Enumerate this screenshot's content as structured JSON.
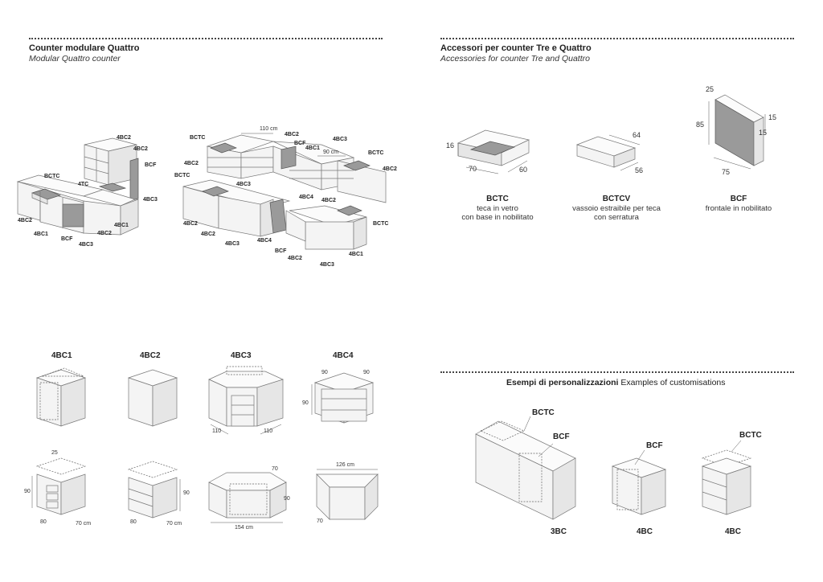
{
  "left_header": {
    "title": "Counter modulare Quattro",
    "subtitle": "Modular Quattro counter"
  },
  "right_header": {
    "title": "Accessori per counter Tre e Quattro",
    "subtitle": "Accessories for counter Tre and Quattro"
  },
  "assembly_left_labels": [
    "4BC2",
    "4BC2",
    "BCF",
    "BCTC",
    "4TC",
    "4BC3",
    "4BC2",
    "4BC1",
    "4BC2",
    "BCF",
    "4BC1",
    "4BC3"
  ],
  "assembly_right_labels": {
    "dim_110": "110 cm",
    "dim_90": "90 cm",
    "bctc_a": "BCTC",
    "bc2_a": "4BC2",
    "bcf_a": "BCF",
    "bc1_a": "4BC1",
    "bc3_a": "4BC3",
    "bctc_b": "BCTC",
    "bc2_b": "4BC2",
    "bctc_c": "BCTC",
    "bc2_c": "4BC2",
    "bc3_b": "4BC3",
    "bc4": "4BC4",
    "bc2_d": "4BC2",
    "bc2_e": "4BC2",
    "bc2_f": "4BC2",
    "bctc_d": "BCTC",
    "bc4_b": "4BC4",
    "bc3_c": "4BC3",
    "bcf_b": "BCF",
    "bc2_g": "4BC2",
    "bc1_b": "4BC1",
    "bc3_d": "4BC3"
  },
  "accessories": [
    {
      "code": "BCTC",
      "desc": [
        "teca in vetro",
        "con base in nobilitato"
      ],
      "dims": {
        "h": "16",
        "w": "70",
        "d": "60"
      }
    },
    {
      "code": "BCTCV",
      "desc": [
        "vassoio estraibile per teca",
        "con serratura"
      ],
      "dims": {
        "w": "64",
        "d": "56"
      }
    },
    {
      "code": "BCF",
      "desc": [
        "frontale in nobilitato"
      ],
      "dims": {
        "top": "25",
        "h": "85",
        "t1": "15",
        "t2": "15",
        "w": "75"
      }
    }
  ],
  "modules": {
    "names": [
      "4BC1",
      "4BC2",
      "4BC3",
      "4BC4"
    ],
    "bc3_dims": {
      "a": "110",
      "b": "110"
    },
    "bc4_dims": {
      "a": "90",
      "b": "90",
      "c": "90"
    },
    "row2": {
      "bc1": {
        "top": "25",
        "h": "90",
        "w": "80",
        "d": "70 cm"
      },
      "bc2": {
        "h": "90",
        "w": "80",
        "d": "70 cm"
      },
      "bc3": {
        "d": "70",
        "h": "90",
        "w": "154 cm"
      },
      "bc4": {
        "w": "126 cm",
        "d": "70"
      }
    }
  },
  "customisation": {
    "title_bold": "Esempi di personalizzazioni",
    "title_rest": " Examples of customisations",
    "items": [
      {
        "name": "3BC",
        "labels": [
          "BCTC",
          "BCF"
        ]
      },
      {
        "name": "4BC",
        "labels": [
          "BCF"
        ]
      },
      {
        "name": "4BC",
        "labels": [
          "BCTC"
        ]
      }
    ]
  }
}
